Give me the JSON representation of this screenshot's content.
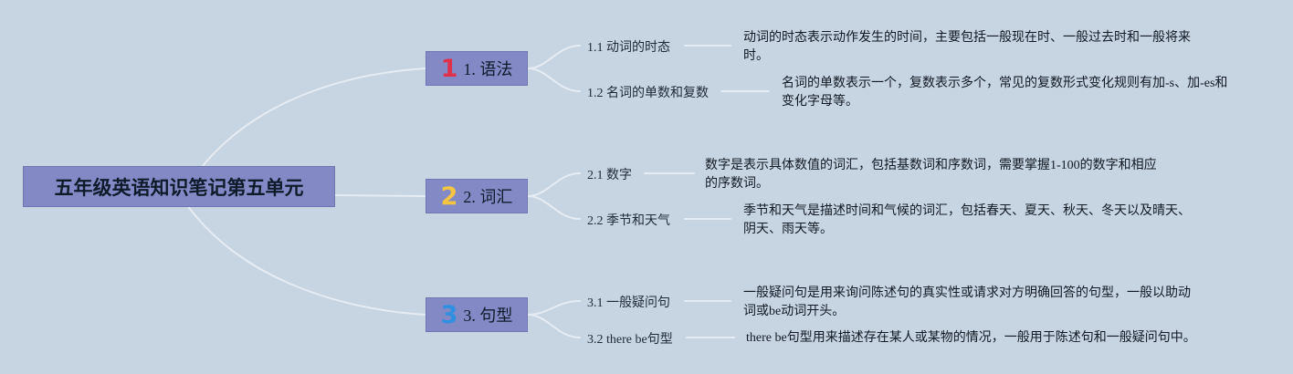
{
  "root": {
    "title": "五年级英语知识笔记第五单元"
  },
  "colors": {
    "bg": "#c7d4e1",
    "node": "#8289c5",
    "icon1": "#e0314b",
    "icon2": "#f5c542",
    "icon3": "#2f8fe0",
    "line": "#e6ecf3"
  },
  "branches": [
    {
      "icon": "1",
      "icon_name": "number-one-icon",
      "label": "1. 语法",
      "children": [
        {
          "label": "1.1 动词的时态",
          "note": "动词的时态表示动作发生的时间，主要包括一般现在时、一般过去时和一般将来时。"
        },
        {
          "label": "1.2 名词的单数和复数",
          "note": "名词的单数表示一个，复数表示多个，常见的复数形式变化规则有加-s、加-es和变化字母等。"
        }
      ]
    },
    {
      "icon": "2",
      "icon_name": "number-two-icon",
      "label": "2. 词汇",
      "children": [
        {
          "label": "2.1 数字",
          "note": "数字是表示具体数值的词汇，包括基数词和序数词，需要掌握1-100的数字和相应的序数词。"
        },
        {
          "label": "2.2 季节和天气",
          "note": "季节和天气是描述时间和气候的词汇，包括春天、夏天、秋天、冬天以及晴天、阴天、雨天等。"
        }
      ]
    },
    {
      "icon": "3",
      "icon_name": "number-three-icon",
      "label": "3. 句型",
      "children": [
        {
          "label": "3.1 一般疑问句",
          "note": "一般疑问句是用来询问陈述句的真实性或请求对方明确回答的句型，一般以助动词或be动词开头。"
        },
        {
          "label": "3.2 there be句型",
          "note": "there be句型用来描述存在某人或某物的情况，一般用于陈述句和一般疑问句中。"
        }
      ]
    }
  ]
}
